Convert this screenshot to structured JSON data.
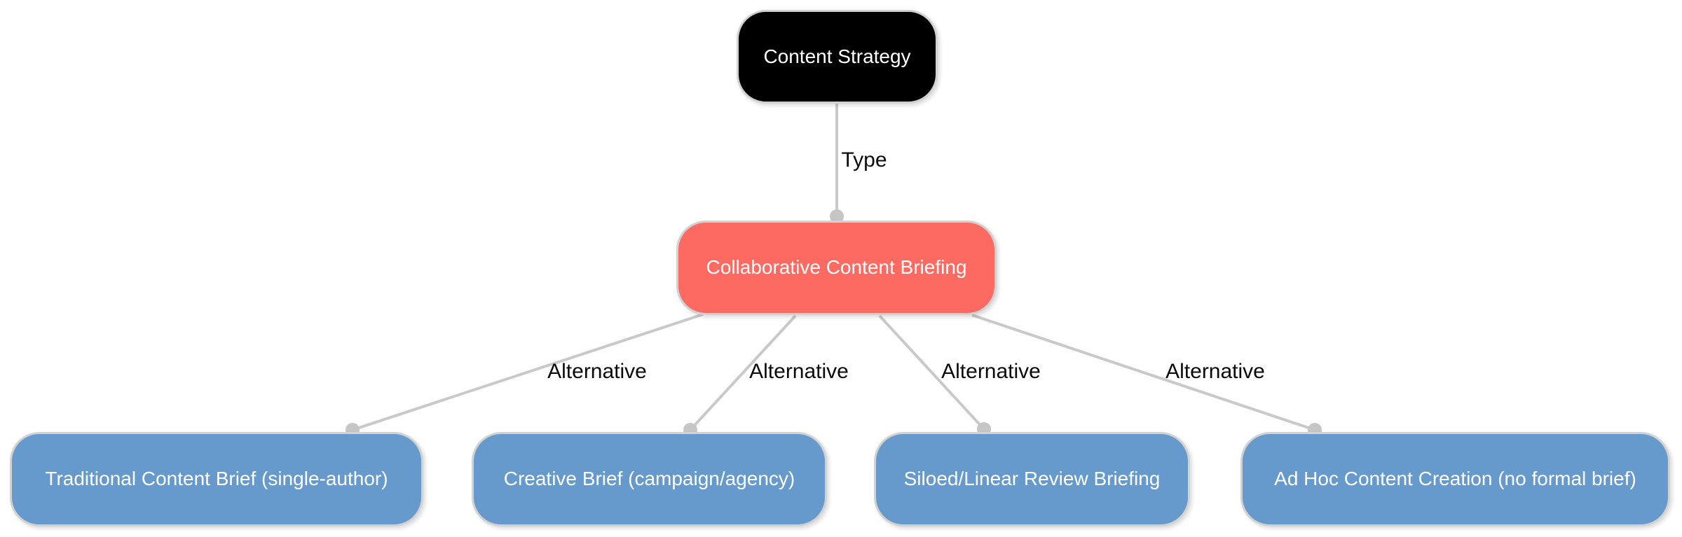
{
  "diagram": {
    "title_context": "content-briefing concept graph",
    "nodes": {
      "root": {
        "label": "Content Strategy",
        "fill": "#000000",
        "text_color": "#ffffff"
      },
      "hub": {
        "label": "Collaborative Content Briefing",
        "fill": "#fc6a62",
        "text_color": "#ffffff"
      },
      "alternatives": [
        {
          "label": "Traditional Content Brief (single-author)",
          "fill": "#6699cc",
          "text_color": "#ffffff"
        },
        {
          "label": "Creative Brief (campaign/agency)",
          "fill": "#6699cc",
          "text_color": "#ffffff"
        },
        {
          "label": "Siloed/Linear Review Briefing",
          "fill": "#6699cc",
          "text_color": "#ffffff"
        },
        {
          "label": "Ad Hoc Content Creation (no formal brief)",
          "fill": "#6699cc",
          "text_color": "#ffffff"
        }
      ]
    },
    "edges": {
      "type_edge": {
        "label": "Type",
        "from": "Content Strategy",
        "to": "Collaborative Content Briefing"
      },
      "alternative_edges": [
        {
          "label": "Alternative",
          "from": "Collaborative Content Briefing",
          "to": "Traditional Content Brief (single-author)"
        },
        {
          "label": "Alternative",
          "from": "Collaborative Content Briefing",
          "to": "Creative Brief (campaign/agency)"
        },
        {
          "label": "Alternative",
          "from": "Collaborative Content Briefing",
          "to": "Siloed/Linear Review Briefing"
        },
        {
          "label": "Alternative",
          "from": "Collaborative Content Briefing",
          "to": "Ad Hoc Content Creation (no formal brief)"
        }
      ]
    },
    "style": {
      "edge_color": "#c9c9c9",
      "connector_dot_color": "#c6c6c6",
      "node_border_color": "#d2d2d2",
      "background": "#ffffff",
      "edge_label_color": "#0a0a0a"
    }
  }
}
